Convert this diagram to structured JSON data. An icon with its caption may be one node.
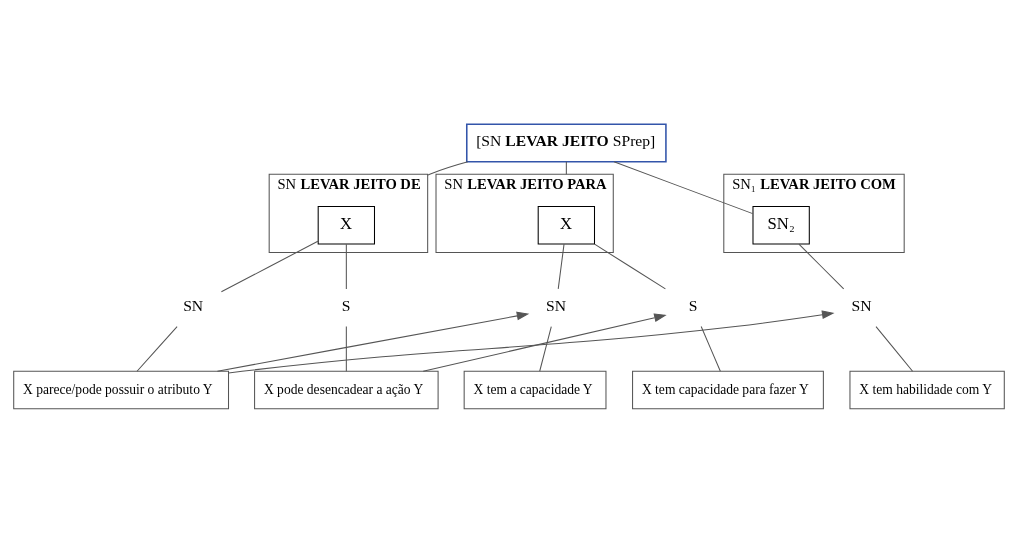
{
  "diagram": {
    "nodes": [
      {
        "text": [
          "[SN **LEVAR JEITO** SPrep]"
        ]
      },
      {
        "text": [
          "SN **LEVAR JEITO DE**"
        ]
      },
      {
        "text": [
          "X"
        ],
        "in": 1
      },
      {
        "text": [
          "SN **LEVAR JEITO PARA**"
        ]
      },
      {
        "text": [
          "X"
        ],
        "in": 3
      },
      {
        "text": [
          "SN₁ **LEVAR JEITO COM**"
        ]
      },
      {
        "text": [
          "SN₂"
        ],
        "in": 5
      },
      {
        "text": [
          "SN"
        ]
      },
      {
        "text": [
          "S"
        ]
      },
      {
        "text": [
          "SN"
        ]
      },
      {
        "text": [
          "S"
        ]
      },
      {
        "text": [
          "SN"
        ]
      },
      {
        "text": [
          "X parece/pode possuir o atributo Y"
        ]
      },
      {
        "text": [
          "X pode desencadear a ação Y"
        ]
      },
      {
        "text": [
          "X tem a capacidade Y"
        ]
      },
      {
        "text": [
          "X tem capacidade para fazer Y"
        ]
      },
      {
        "text": [
          "X tem habilidade com Y"
        ]
      }
    ],
    "edges": [
      {
        "from": 0,
        "to": 1,
        "arrow": "none"
      },
      {
        "from": 0,
        "to": 3,
        "arrow": "none"
      },
      {
        "from": 0,
        "to": 6,
        "arrow": "none"
      },
      {
        "from": 2,
        "to": 7,
        "arrow": "none"
      },
      {
        "from": 2,
        "to": 8,
        "arrow": "none"
      },
      {
        "from": 4,
        "to": 9,
        "arrow": "none"
      },
      {
        "from": 4,
        "to": 10,
        "arrow": "none"
      },
      {
        "from": 6,
        "to": 11,
        "arrow": "none"
      },
      {
        "from": 7,
        "to": 12,
        "arrow": "none"
      },
      {
        "from": 8,
        "to": 13,
        "arrow": "none"
      },
      {
        "from": 9,
        "to": 14,
        "arrow": "none"
      },
      {
        "from": 10,
        "to": 15,
        "arrow": "none"
      },
      {
        "from": 11,
        "to": 16,
        "arrow": "none"
      },
      {
        "from": 12,
        "to": 9,
        "arrow": "to"
      },
      {
        "from": 12,
        "to": 11,
        "arrow": "to"
      },
      {
        "from": 13,
        "to": 10,
        "arrow": "to"
      }
    ]
  }
}
